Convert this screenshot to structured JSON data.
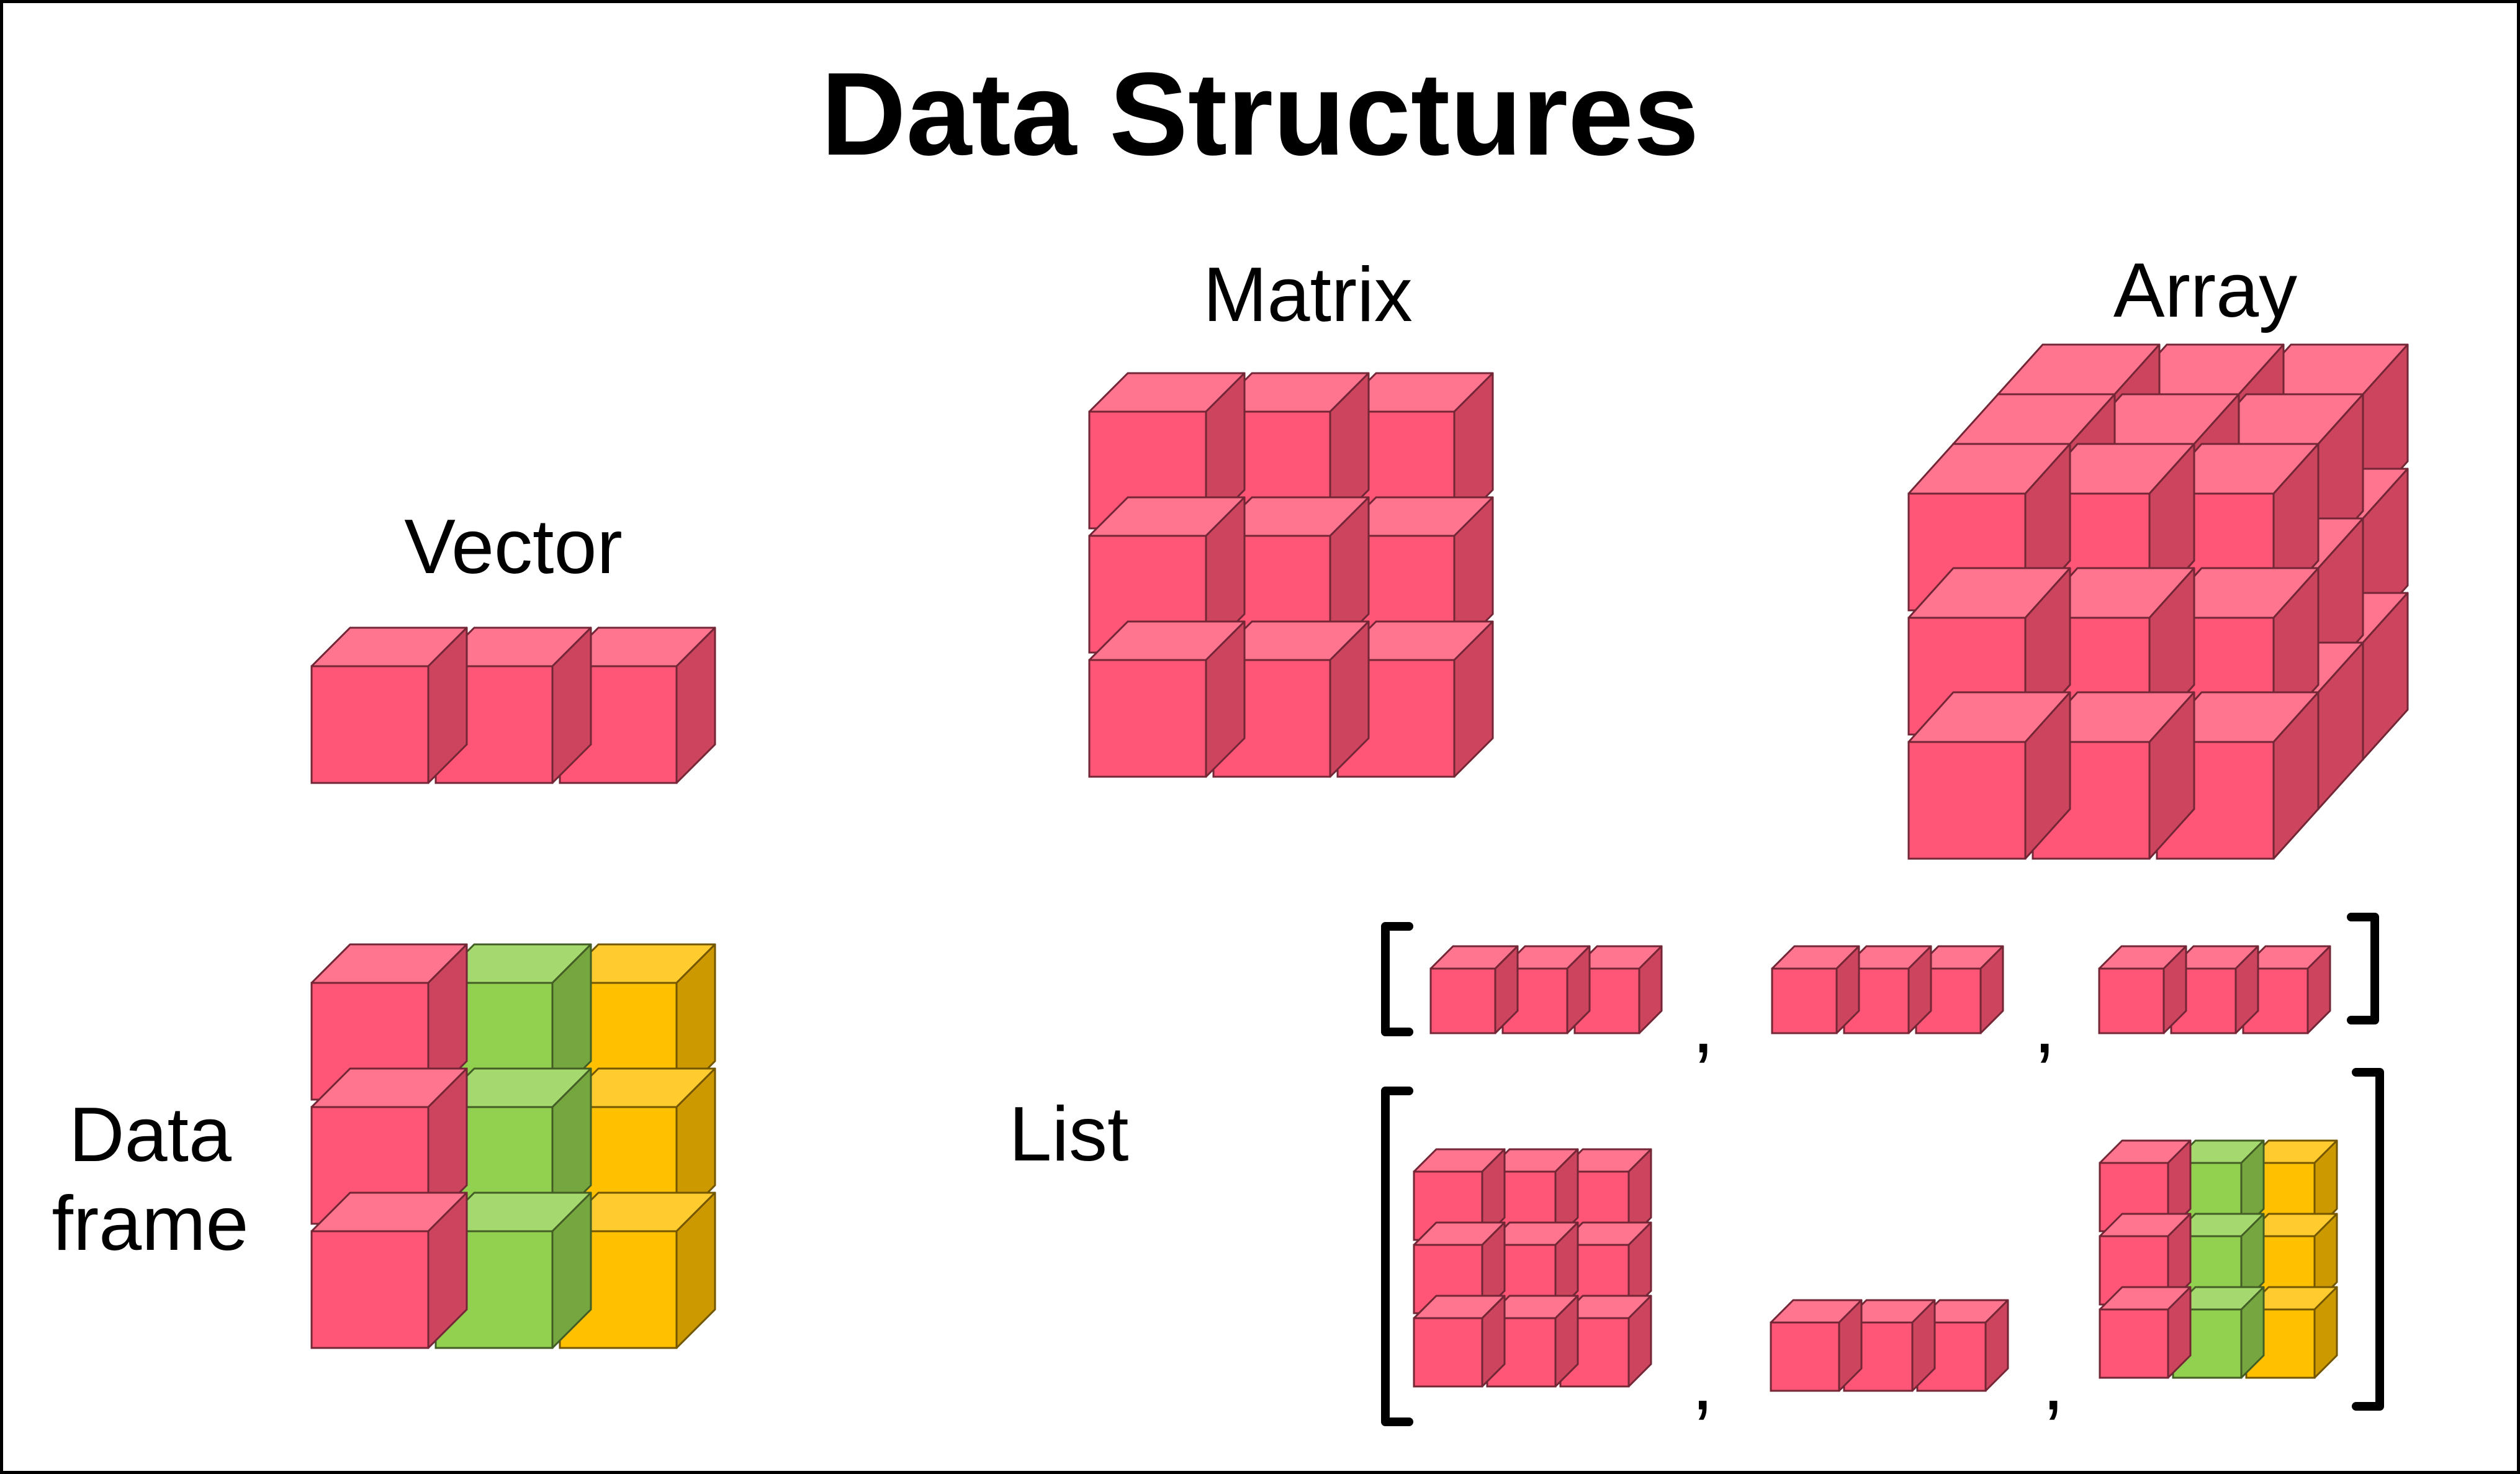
{
  "title": "Data Structures",
  "labels": {
    "vector": "Vector",
    "matrix": "Matrix",
    "array": "Array",
    "dataframe": "Data\nframe",
    "list": "List"
  },
  "list_separator": ",",
  "colors": {
    "pink": "#ff5576",
    "green": "#92d050",
    "yellow": "#ffc000"
  }
}
